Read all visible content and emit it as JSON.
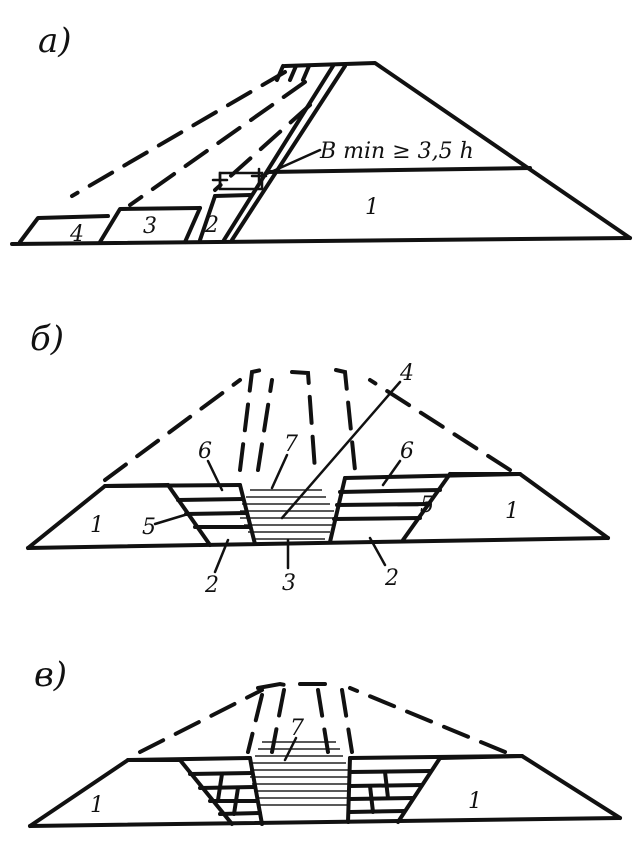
{
  "panel_a": {
    "letter": "а)",
    "zones": [
      "1",
      "2",
      "3",
      "4"
    ],
    "annotation": "B min ≥ 3,5 h"
  },
  "panel_b": {
    "letter": "б)",
    "labels": [
      "1",
      "1",
      "2",
      "2",
      "3",
      "4",
      "5",
      "5",
      "6",
      "6",
      "7"
    ]
  },
  "panel_c": {
    "letter": "в)",
    "labels": [
      "1",
      "1",
      "7"
    ]
  }
}
